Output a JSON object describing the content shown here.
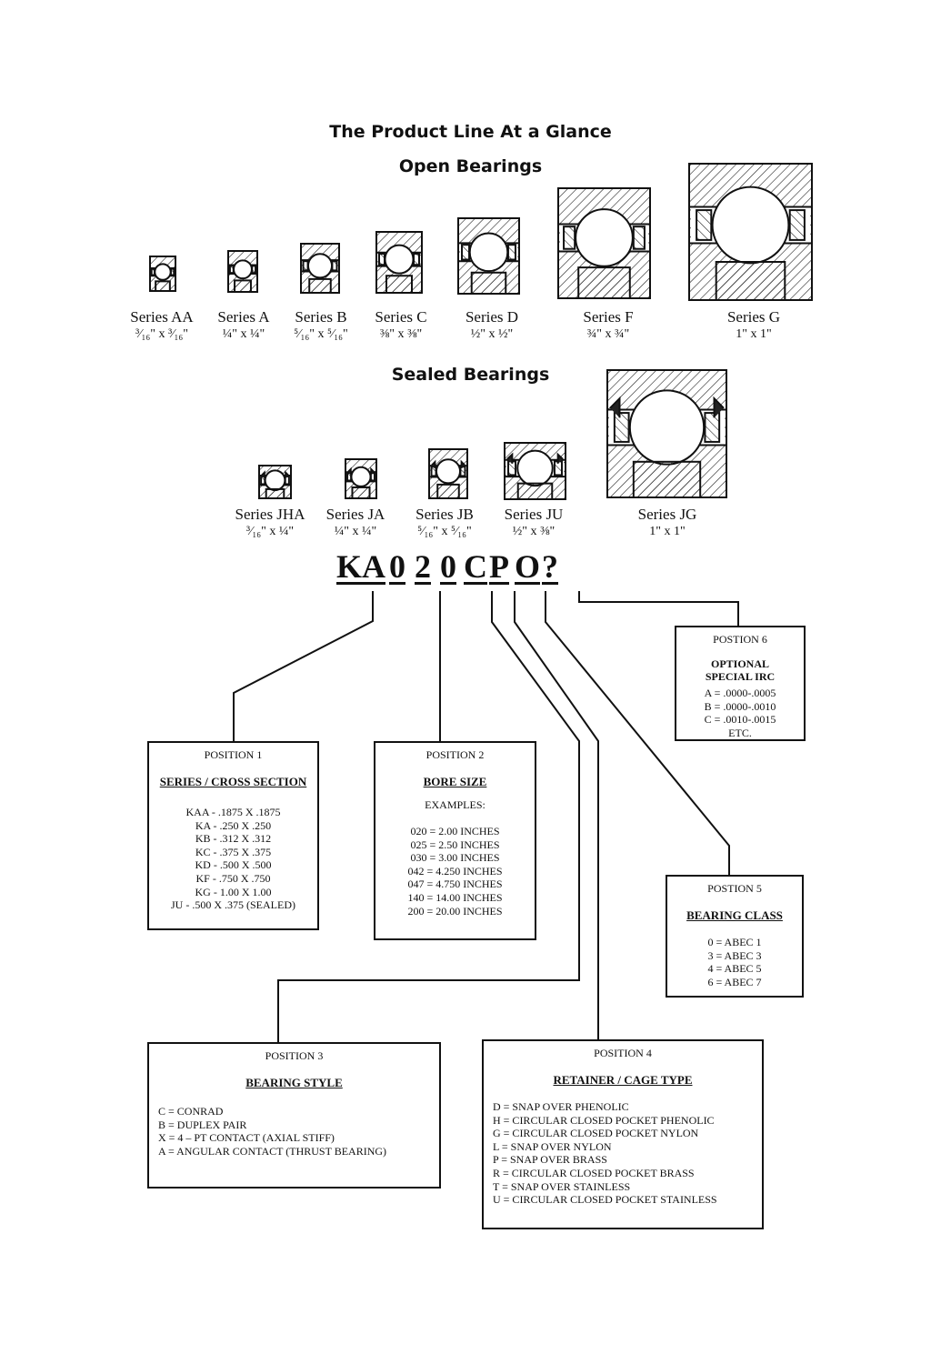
{
  "title": "The Product Line At a Glance",
  "open_heading": "Open Bearings",
  "sealed_heading": "Sealed Bearings",
  "open_series": [
    {
      "name": "Series AA",
      "dim": "³⁄₁₆\" x ³⁄₁₆\""
    },
    {
      "name": "Series A",
      "dim": "¼\" x ¼\""
    },
    {
      "name": "Series B",
      "dim": "⁵⁄₁₆\" x ⁵⁄₁₆\""
    },
    {
      "name": "Series C",
      "dim": "⅜\" x ⅜\""
    },
    {
      "name": "Series D",
      "dim": "½\" x ½\""
    },
    {
      "name": "Series F",
      "dim": "¾\" x ¾\""
    },
    {
      "name": "Series G",
      "dim": "1\" x 1\""
    }
  ],
  "sealed_series": [
    {
      "name": "Series JHA",
      "dim": "³⁄₁₆\" x ¼\""
    },
    {
      "name": "Series JA",
      "dim": "¼\" x ¼\""
    },
    {
      "name": "Series JB",
      "dim": "⁵⁄₁₆\" x ⁵⁄₁₆\""
    },
    {
      "name": "Series JU",
      "dim": "½\" x ⅜\""
    },
    {
      "name": "Series JG",
      "dim": "1\" x 1\""
    }
  ],
  "part_number": [
    "K",
    "A",
    "0",
    "2",
    "0",
    "C",
    "P",
    "O",
    "?"
  ],
  "position1": {
    "label": "POSITION 1",
    "heading": "SERIES / CROSS SECTION",
    "items": [
      "KAA - .1875 X .1875",
      "KA - .250 X .250",
      "KB - .312 X .312",
      "KC - .375 X .375",
      "KD - .500 X .500",
      "KF - .750 X .750",
      "KG - 1.00 X 1.00",
      "JU - .500 X .375 (SEALED)"
    ]
  },
  "position2": {
    "label": "POSITION 2",
    "heading": "BORE SIZE",
    "sub": "EXAMPLES:",
    "items": [
      "020 = 2.00 INCHES",
      "025 = 2.50 INCHES",
      "030 = 3.00 INCHES",
      "042 = 4.250 INCHES",
      "047 = 4.750 INCHES",
      "140 = 14.00 INCHES",
      "200 = 20.00 INCHES"
    ]
  },
  "position3": {
    "label": "POSITION 3",
    "heading": "BEARING STYLE",
    "items": [
      "C = CONRAD",
      "B = DUPLEX PAIR",
      "X = 4 – PT CONTACT (AXIAL STIFF)",
      "A = ANGULAR CONTACT (THRUST BEARING)"
    ]
  },
  "position4": {
    "label": "POSITION 4",
    "heading": "RETAINER / CAGE TYPE",
    "items": [
      "D = SNAP OVER PHENOLIC",
      "H = CIRCULAR CLOSED POCKET PHENOLIC",
      "G = CIRCULAR CLOSED POCKET NYLON",
      "L = SNAP OVER NYLON",
      "P = SNAP OVER BRASS",
      "R = CIRCULAR CLOSED POCKET BRASS",
      "T = SNAP OVER STAINLESS",
      "U = CIRCULAR CLOSED POCKET STAINLESS"
    ]
  },
  "position5": {
    "label": "POSTION 5",
    "heading": "BEARING CLASS",
    "items": [
      "0 = ABEC 1",
      "3 = ABEC 3",
      "4 = ABEC 5",
      "6 = ABEC 7"
    ]
  },
  "position6": {
    "label": "POSTION 6",
    "heading": "OPTIONAL SPECIAL IRC",
    "items": [
      "A = .0000-.0005",
      "B = .0000-.0010",
      "C = .0010-.0015",
      "ETC."
    ]
  }
}
